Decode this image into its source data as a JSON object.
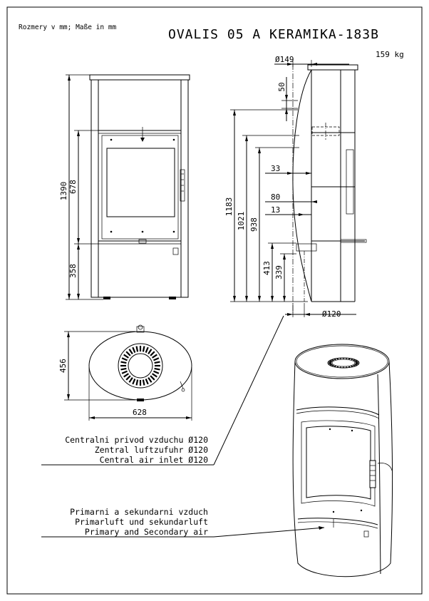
{
  "header": {
    "units_note": "Rozmery v mm; Maße in mm",
    "title": "OVALIS 05 A KERAMIKA-183B",
    "weight": "159 kg"
  },
  "front_view": {
    "total_height": "1390",
    "door_height": "678",
    "base_height": "358"
  },
  "side_view": {
    "flue_diameter": "Ø149",
    "top_offset": "50",
    "h1183": "1183",
    "h1021": "1021",
    "h938": "938",
    "h413": "413",
    "h339": "339",
    "d33": "33",
    "d80": "80",
    "d13": "13",
    "inlet_diameter": "Ø120"
  },
  "top_view": {
    "depth": "456",
    "width": "628"
  },
  "labels": {
    "air_cz": "Centralni privod vzduchu Ø120",
    "air_de": "Zentral luftzufuhr Ø120",
    "air_en": "Central air inlet Ø120",
    "prim_cz": "Primarni a sekundarni vzduch",
    "prim_de": "Primarluft und sekundarluft",
    "prim_en": "Primary and Secondary air"
  }
}
